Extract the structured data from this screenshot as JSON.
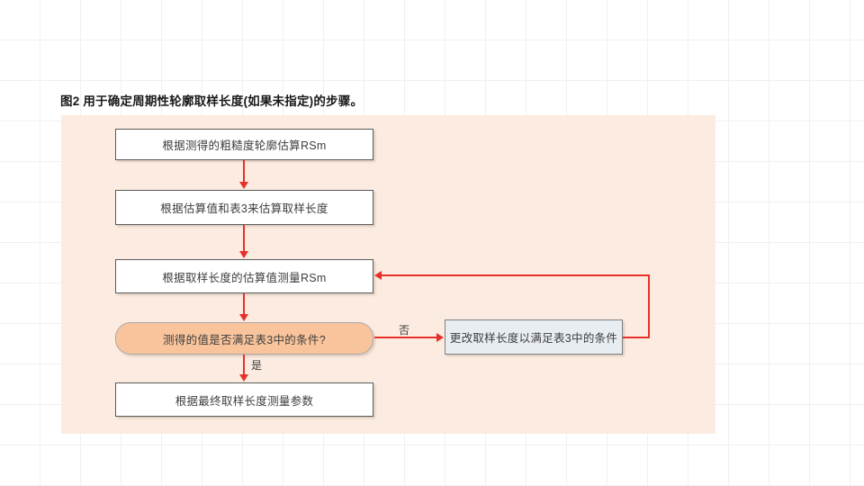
{
  "figure": {
    "caption": "图2 用于确定周期性轮廓取样长度(如果未指定)的步骤。"
  },
  "colors": {
    "panel_background": "#fcebe0",
    "connector_red": "#e8302a",
    "decision_fill": "#f9c49b",
    "action_fill": "#e8edf2",
    "process_fill": "#ffffff",
    "grid_line": "#f0f0f0"
  },
  "flowchart": {
    "nodes": [
      {
        "id": "estimate-rsm",
        "type": "process",
        "label": "根据测得的粗糙度轮廓估算RSm"
      },
      {
        "id": "estimate-length",
        "type": "process",
        "label": "根据估算值和表3来估算取样长度"
      },
      {
        "id": "measure-rsm",
        "type": "process",
        "label": "根据取样长度的估算值测量RSm"
      },
      {
        "id": "decision-check",
        "type": "decision",
        "label": "测得的值是否满足表3中的条件?"
      },
      {
        "id": "final-measure",
        "type": "process",
        "label": "根据最终取样长度测量参数"
      },
      {
        "id": "change-length",
        "type": "action",
        "label": "更改取样长度以满足表3中的条件"
      }
    ],
    "branch_labels": {
      "no": "否",
      "yes": "是"
    }
  }
}
